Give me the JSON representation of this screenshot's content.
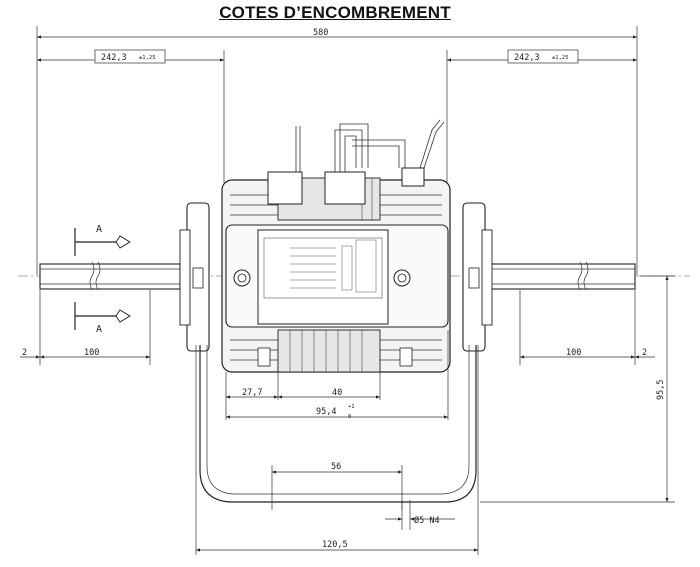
{
  "title": "COTES D’ENCOMBREMENT",
  "dimensions": {
    "overall_length": "580",
    "left_shaft_to_bracket": "242,3",
    "left_shaft_to_bracket_tol": "±1,25",
    "right_shaft_to_bracket": "242,3",
    "right_shaft_to_bracket_tol": "±1,25",
    "left_shaft_length": "100",
    "right_shaft_length": "100",
    "left_end_gap": "2",
    "right_end_gap": "2",
    "stator_offset": "27,7",
    "stator_width": "40",
    "core_length": "95,4",
    "core_length_tol_upper": "+1",
    "core_length_tol_lower": "0",
    "height": "95,5",
    "foot_holes_spacing": "56",
    "foot_width": "120,5",
    "hole_diameter": "Ø5 N4"
  },
  "section_markers": {
    "upper": "A",
    "lower": "A"
  }
}
